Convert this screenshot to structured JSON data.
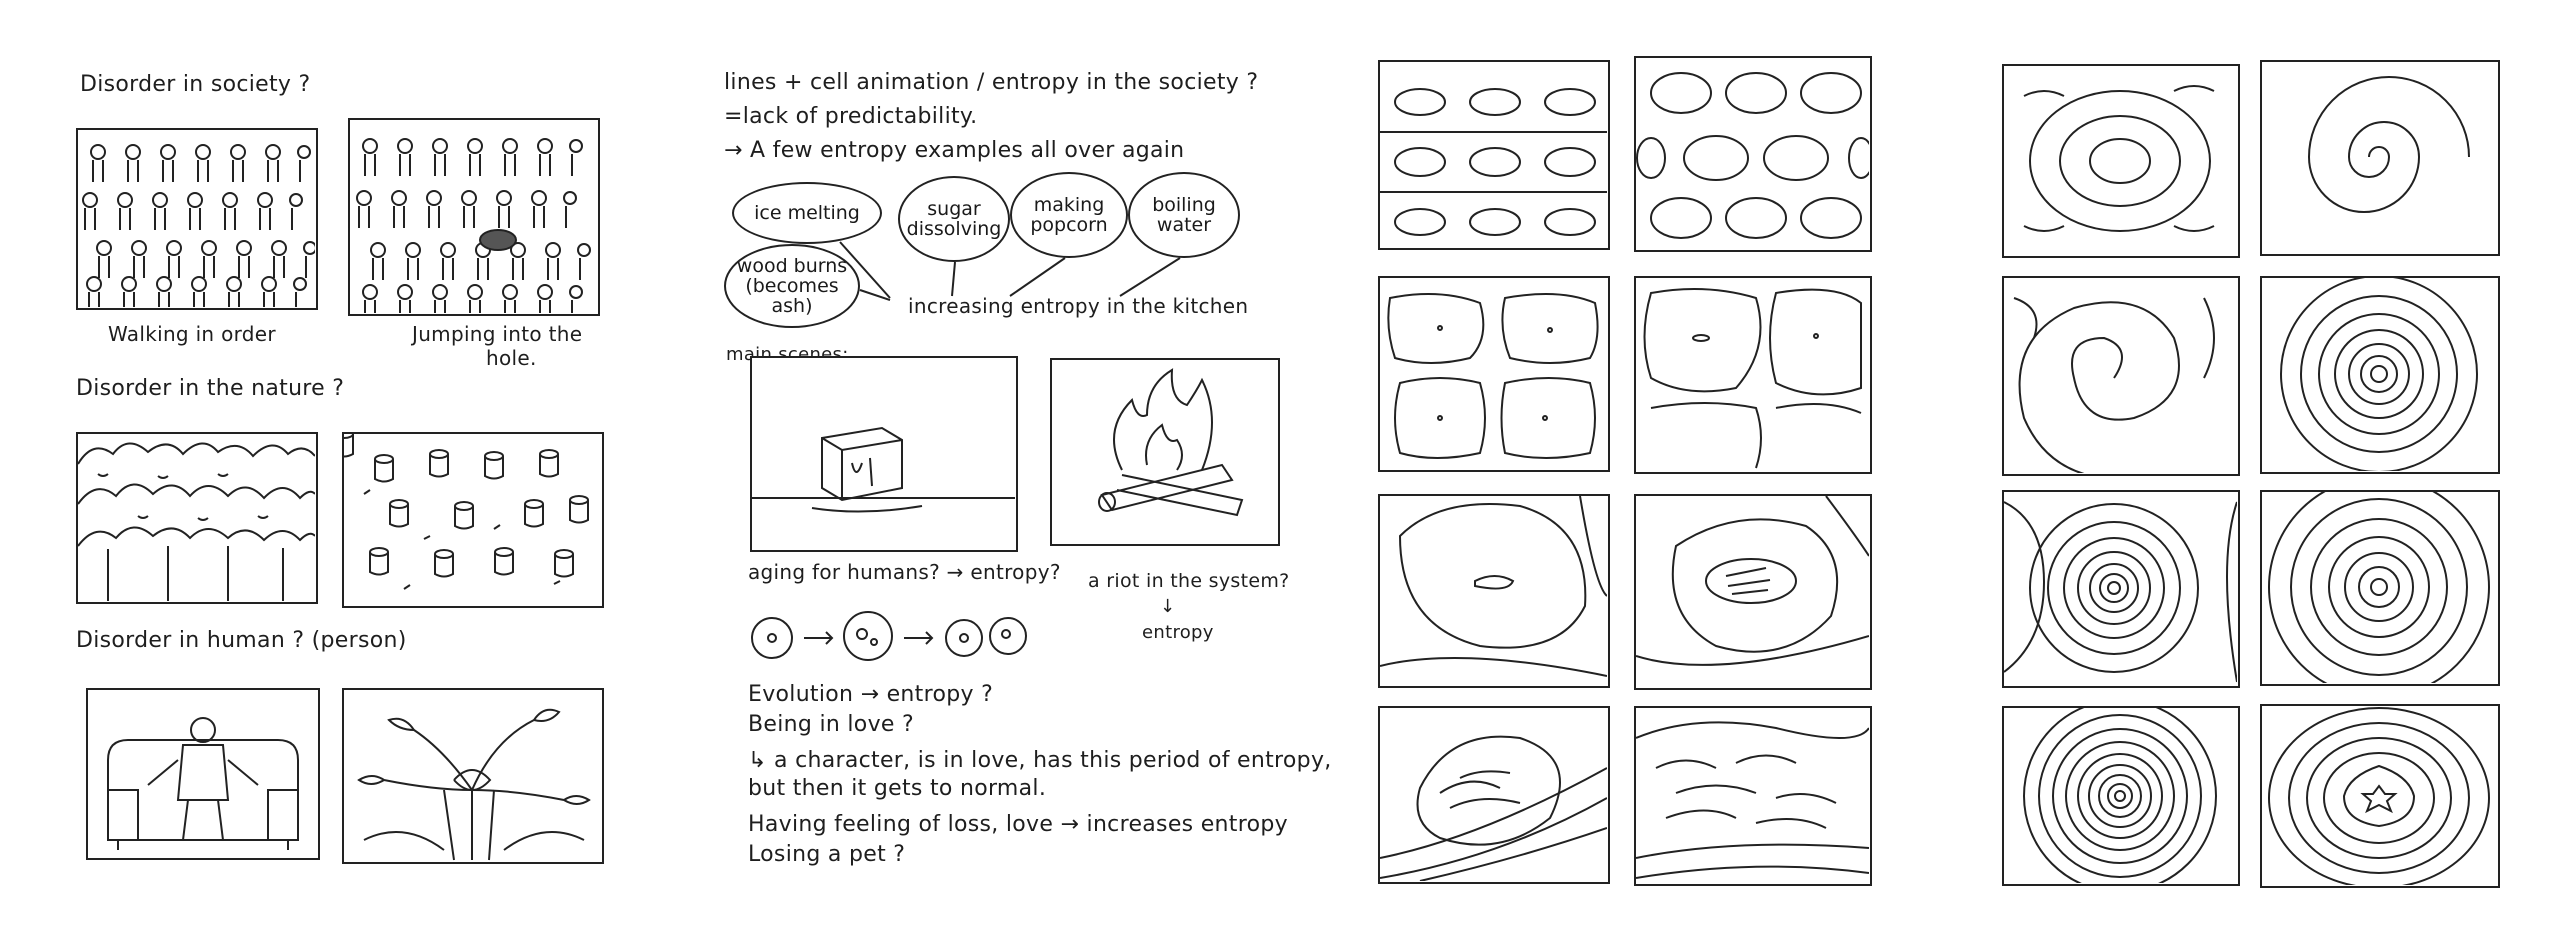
{
  "page1": {
    "heading_society": "Disorder in society ?",
    "caption_walking": "Walking in order",
    "caption_jumping_1": "Jumping into the",
    "caption_jumping_2": "hole.",
    "heading_nature": "Disorder in the nature ?",
    "heading_human": "Disorder in human ? (person)"
  },
  "page2": {
    "line1": "lines + cell animation / entropy in the society ?",
    "line2": "=lack of predictability.",
    "line3": "→ A few entropy examples all over again",
    "bubbles": [
      "ice melting",
      "sugar dissolving",
      "making popcorn",
      "boiling water",
      "wood burns (becomes ash)"
    ],
    "kitchen_label": "increasing entropy in the kitchen",
    "main_scenes": "main scenes:",
    "aging": "aging for humans? → entropy?",
    "riot_1": "a riot in the system?",
    "riot_arrow": "↓",
    "riot_2": "entropy",
    "evolution": "Evolution → entropy ?",
    "love": "Being in love ?",
    "char_1": "↳ a character, is in love, has this period of entropy,",
    "char_2": "but then it gets to normal.",
    "loss": "Having feeling of loss, love → increases entropy",
    "pet": "Losing a pet ?"
  }
}
